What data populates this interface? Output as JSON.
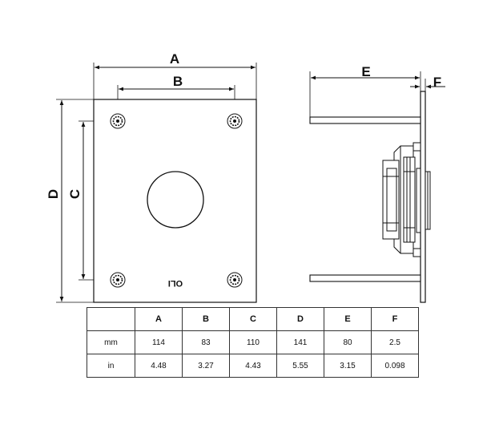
{
  "drawing": {
    "dimension_letters": {
      "a": "A",
      "b": "B",
      "c": "C",
      "d": "D",
      "e": "E",
      "f": "F"
    },
    "logo_text": "OLI",
    "colors": {
      "line": "#111111",
      "screw_fill": "#ffffff",
      "background": "#ffffff"
    },
    "icons": [
      "screw-icon",
      "round-cutout",
      "oli-logo",
      "side-view-flush-plate"
    ]
  },
  "table": {
    "headers": [
      "",
      "A",
      "B",
      "C",
      "D",
      "E",
      "F"
    ],
    "rows": [
      {
        "unit": "mm",
        "values": [
          "114",
          "83",
          "110",
          "141",
          "80",
          "2.5"
        ]
      },
      {
        "unit": "in",
        "values": [
          "4.48",
          "3.27",
          "4.43",
          "5.55",
          "3.15",
          "0.098"
        ]
      }
    ]
  }
}
